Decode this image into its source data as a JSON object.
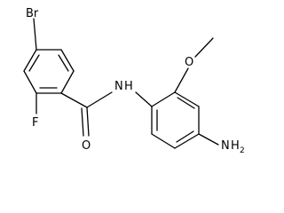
{
  "molecule": {
    "atoms": {
      "bromine": "Br",
      "fluorine": "F",
      "oxygen_carbonyl": "O",
      "oxygen_methoxy": "O",
      "amide_n": "N",
      "amide_h": "H",
      "amine_n": "N",
      "amine_h": "H",
      "amine_h_count": "2"
    }
  }
}
